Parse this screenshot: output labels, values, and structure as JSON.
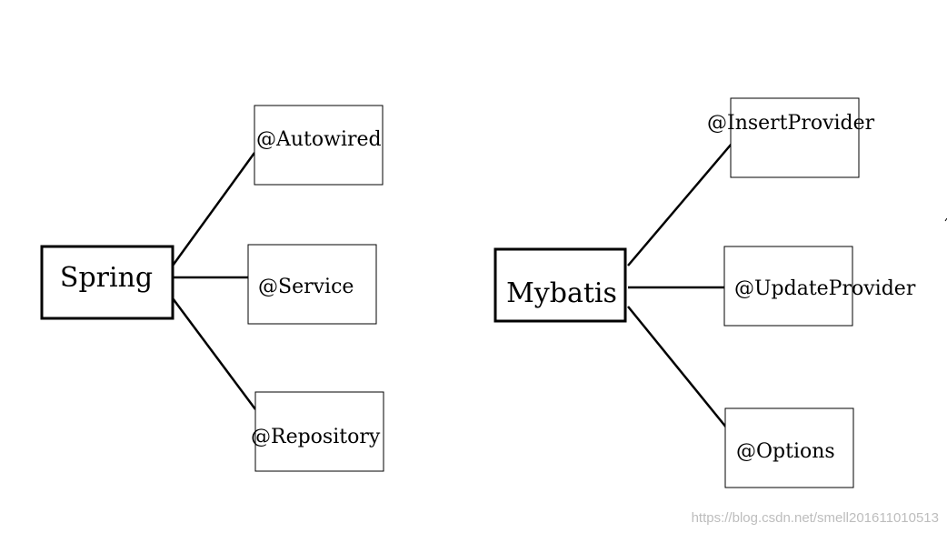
{
  "groups": [
    {
      "root": "Spring",
      "children": [
        "@Autowired",
        "@Service",
        "@Repository"
      ]
    },
    {
      "root": "Mybatis",
      "children": [
        "@InsertProvider",
        "@UpdateProvider",
        "@Options"
      ]
    }
  ],
  "watermark": "https://blog.csdn.net/smell201611010513"
}
